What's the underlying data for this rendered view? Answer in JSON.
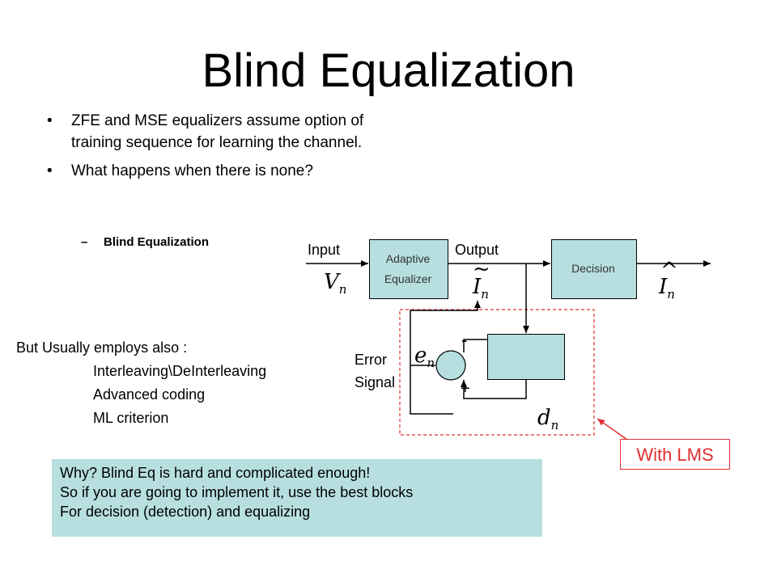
{
  "title": "Blind Equalization",
  "bullets": [
    "ZFE and MSE equalizers assume option of training sequence for learning the channel.",
    "What happens when there is none?"
  ],
  "bullet_glyph": "•",
  "sub_bullet": {
    "dash": "–",
    "text": "Blind Equalization"
  },
  "usually": {
    "heading": "But Usually employs also :",
    "items": [
      "Interleaving\\DeInterleaving",
      "Advanced coding",
      "ML criterion"
    ]
  },
  "diagram": {
    "input_label": "Input",
    "output_label": "Output",
    "equalizer_label_1": "Adaptive",
    "equalizer_label_2": "Equalizer",
    "decision_label": "Decision",
    "error_label_1": "Error",
    "error_label_2": "Signal",
    "minus_sign": "-",
    "plus_sign": "+",
    "math": {
      "input_var": "V",
      "input_sub": "n",
      "output_var": "I",
      "output_sub": "n",
      "output_accent": "~",
      "decision_var": "I",
      "decision_sub": "n",
      "decision_accent": "^",
      "error_var": "e",
      "error_sub": "n",
      "desired_var": "d",
      "desired_sub": "n"
    },
    "box_color": "#b7dfe0",
    "dashed_color": "#e03030"
  },
  "callout": {
    "text": "With LMS",
    "color": "#e03030"
  },
  "note": {
    "lines": [
      "Why? Blind Eq is hard and complicated enough!",
      "So if you are going to implement it, use the best blocks",
      "For decision (detection) and equalizing"
    ],
    "background": "#b7dfe0"
  }
}
